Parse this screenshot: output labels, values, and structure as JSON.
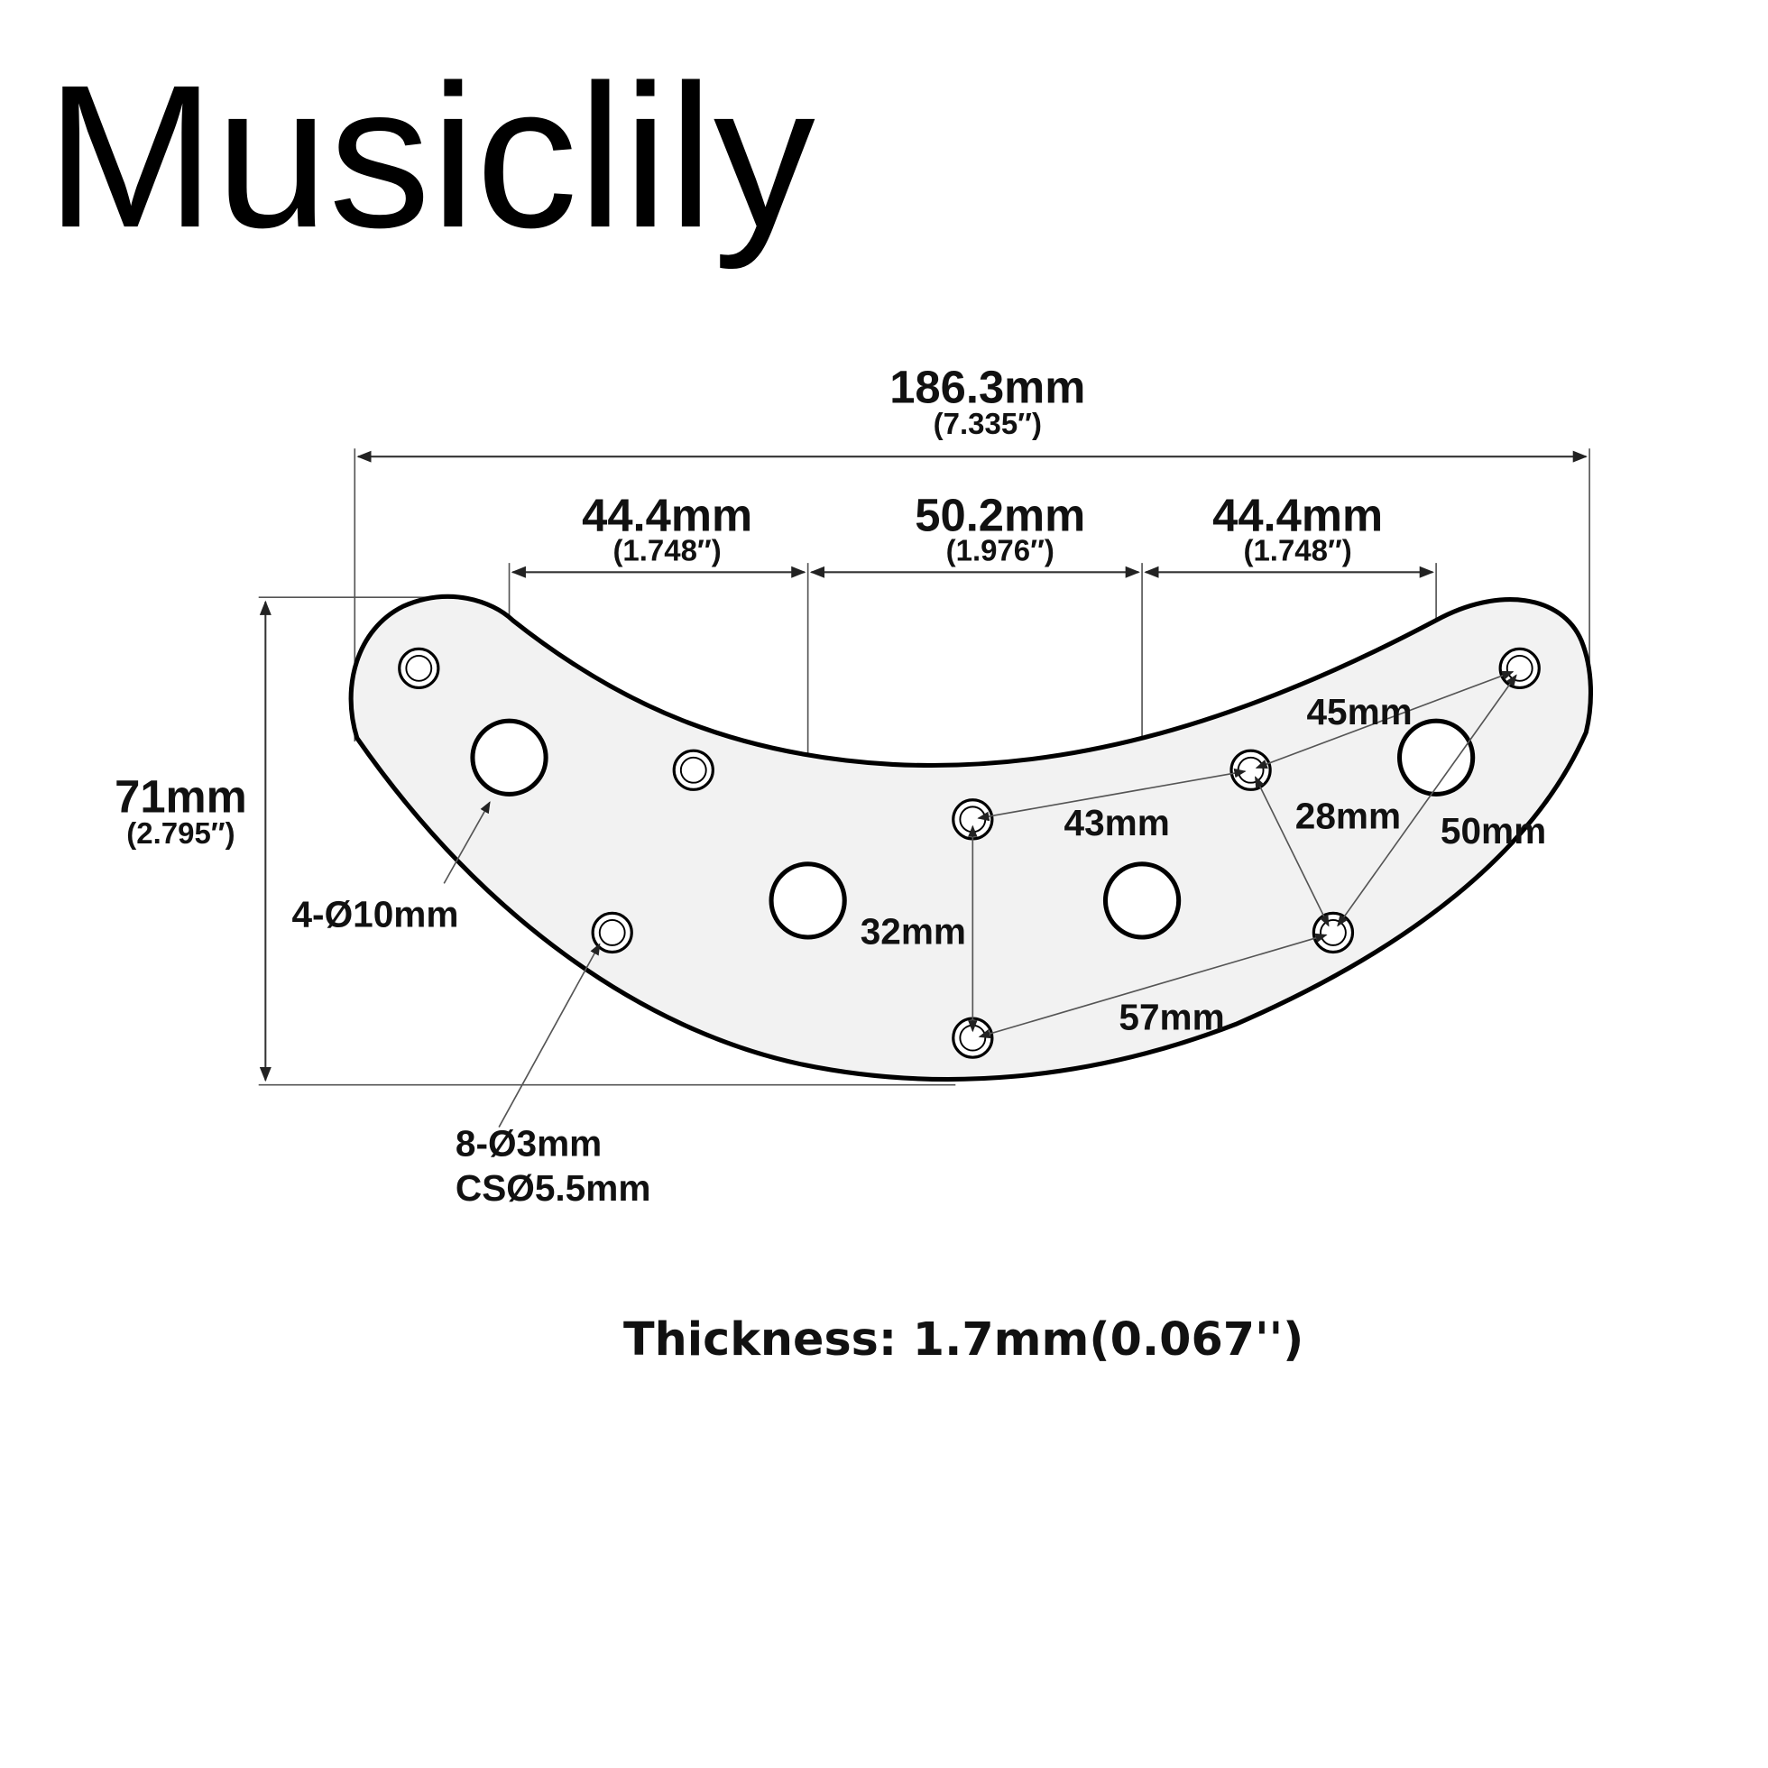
{
  "brand": "Musiclily",
  "dimensions": {
    "overall_width": {
      "mm": "186.3mm",
      "inch": "(7.335″)"
    },
    "spacing_left": {
      "mm": "44.4mm",
      "inch": "(1.748″)"
    },
    "spacing_center": {
      "mm": "50.2mm",
      "inch": "(1.976″)"
    },
    "spacing_right": {
      "mm": "44.4mm",
      "inch": "(1.748″)"
    },
    "height": {
      "mm": "71mm",
      "inch": "(2.795″)"
    }
  },
  "hole_labels": {
    "large_holes": "4-Ø10mm",
    "screw_holes_line1": "8-Ø3mm",
    "screw_holes_line2": "CSØ5.5mm"
  },
  "measurements": {
    "m45": "45mm",
    "m43": "43mm",
    "m28": "28mm",
    "m50": "50mm",
    "m32": "32mm",
    "m57": "57mm"
  },
  "thickness": "Thickness: 1.7mm(0.067'')"
}
